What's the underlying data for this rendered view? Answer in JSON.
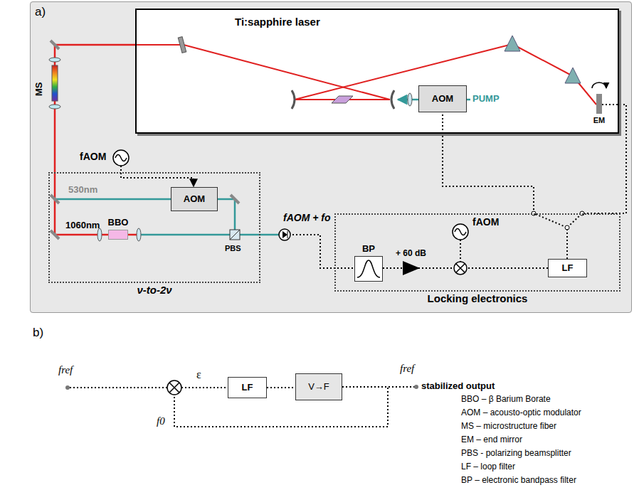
{
  "diagram": {
    "nodes": [
      {
        "text": [
          "a)"
        ]
      },
      {
        "text": [
          "Ti:sapphire laser"
        ],
        "in": 0
      },
      {
        "text": [
          "AOM"
        ],
        "in": 1
      },
      {
        "text": [
          "EM"
        ],
        "in": 1
      },
      {
        "text": [
          "ν-to-2ν"
        ],
        "in": 0
      },
      {
        "text": [
          "AOM"
        ],
        "in": 4
      },
      {
        "text": [
          "BBO"
        ],
        "in": 4
      },
      {
        "text": [
          "Locking electronics"
        ],
        "in": 0
      },
      {
        "text": [
          "BP"
        ],
        "in": 7
      },
      {
        "text": [
          "LF"
        ],
        "in": 7
      },
      {
        "text": [
          "LF"
        ]
      },
      {
        "text": [
          "V→F"
        ]
      }
    ],
    "edges": [
      {
        "from": 1,
        "to": 4,
        "arrow": "none"
      },
      {
        "from": 4,
        "to": 8,
        "label": "fAOM + fo",
        "arrow": "none"
      },
      {
        "from": 8,
        "to": 9,
        "arrow": "none"
      },
      {
        "from": 9,
        "to": 2,
        "arrow": "none"
      },
      {
        "from": 9,
        "to": 3,
        "arrow": "none"
      },
      {
        "from": 10,
        "to": 11,
        "arrow": "none"
      },
      {
        "from": 11,
        "to": 10,
        "arrow": "none"
      }
    ],
    "labels": [
      "MS",
      "fAOM",
      "530nm",
      "1060nm",
      "PBS",
      "PUMP",
      "+ 60 dB",
      "fAOM",
      "b)",
      "fref",
      "ε",
      "f0",
      "fref",
      "stabilized output",
      "BBO – β Barium Borate",
      "AOM – acousto-optic modulator",
      "MS – microstructure fiber",
      "EM – end mirror",
      "PBS - polarizing beamsplitter",
      "LF – loop filter",
      "BP – electronic bandpass filter"
    ]
  }
}
